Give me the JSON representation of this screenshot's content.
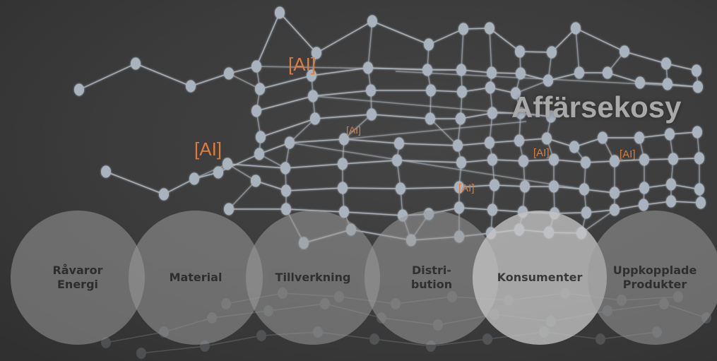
{
  "title": "Affärsekosy",
  "ai_tags": [
    "[AI]",
    "[AI]",
    "[AI]",
    "[AI]",
    "[AI]",
    "[AI]"
  ],
  "stages": [
    {
      "label": "Råvaror\nEnergi"
    },
    {
      "label": "Material"
    },
    {
      "label": "Tillverkning"
    },
    {
      "label": "Distri-\nbution"
    },
    {
      "label": "Konsumenter"
    },
    {
      "label": "Uppkopplade\nProdukter"
    }
  ],
  "colors": {
    "background": "#3a3a3a",
    "node": "#a9b3bd",
    "edge": "#b4bcc4",
    "ai_tag": "#e07b39",
    "title": "#a9a9a9",
    "circle": "#9a9a9a",
    "circle_highlight": "#c4c4c4"
  }
}
